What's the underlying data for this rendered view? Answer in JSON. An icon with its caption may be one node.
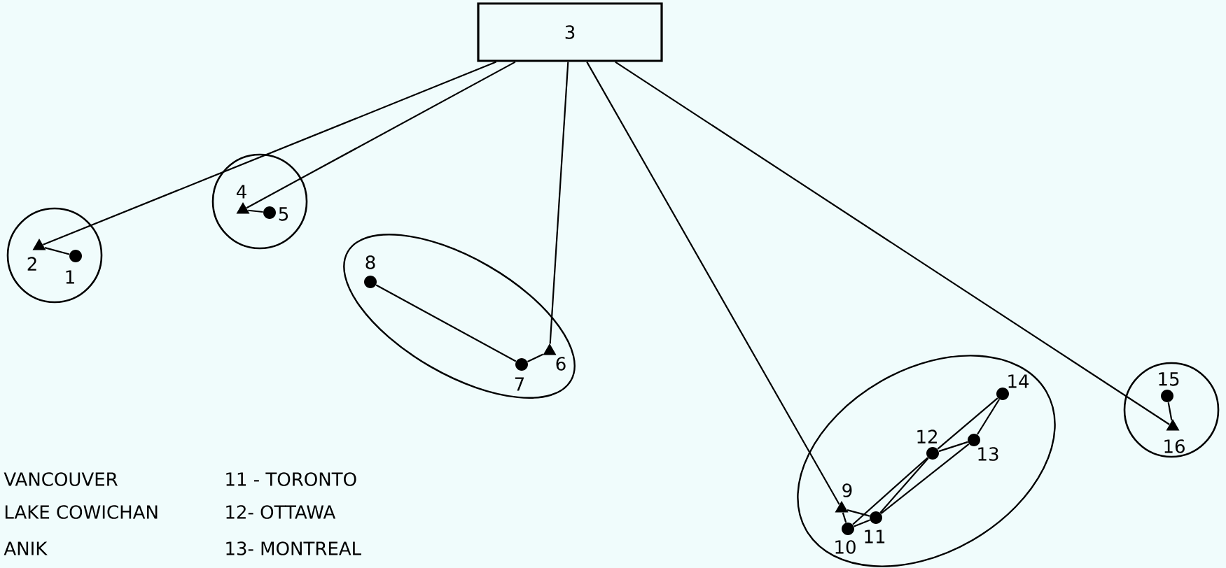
{
  "diagram": {
    "nodes": [
      {
        "text": [
          "3"
        ]
      },
      {
        "text": [],
        "shape": "circle"
      },
      {
        "text": [],
        "shape": "triangle",
        "beside": [
          "2"
        ],
        "in": 1
      },
      {
        "text": [],
        "shape": "dot",
        "beside": [
          "1"
        ],
        "in": 1
      },
      {
        "text": [],
        "shape": "circle"
      },
      {
        "text": [],
        "shape": "triangle",
        "beside": [
          "4"
        ],
        "in": 4
      },
      {
        "text": [],
        "shape": "dot",
        "beside": [
          "5"
        ],
        "in": 4
      },
      {
        "text": [],
        "shape": "ellipse"
      },
      {
        "text": [],
        "shape": "dot",
        "beside": [
          "8"
        ],
        "in": 7
      },
      {
        "text": [],
        "shape": "dot",
        "beside": [
          "7"
        ],
        "in": 7
      },
      {
        "text": [],
        "shape": "triangle",
        "beside": [
          "6"
        ],
        "in": 7
      },
      {
        "text": [],
        "shape": "ellipse"
      },
      {
        "text": [],
        "shape": "triangle",
        "beside": [
          "9"
        ],
        "in": 11
      },
      {
        "text": [],
        "shape": "dot",
        "beside": [
          "10"
        ],
        "in": 11
      },
      {
        "text": [],
        "shape": "dot",
        "beside": [
          "11"
        ],
        "in": 11
      },
      {
        "text": [],
        "shape": "dot",
        "beside": [
          "12"
        ],
        "in": 11
      },
      {
        "text": [],
        "shape": "dot",
        "beside": [
          "13"
        ],
        "in": 11
      },
      {
        "text": [],
        "shape": "dot",
        "beside": [
          "14"
        ],
        "in": 11
      },
      {
        "text": [],
        "shape": "circle"
      },
      {
        "text": [],
        "shape": "dot",
        "beside": [
          "15"
        ],
        "in": 18
      },
      {
        "text": [],
        "shape": "triangle",
        "beside": [
          "16"
        ],
        "in": 18
      }
    ],
    "edges": [
      {
        "from": 0,
        "to": 2,
        "arrow": "none"
      },
      {
        "from": 0,
        "to": 5,
        "arrow": "none"
      },
      {
        "from": 0,
        "to": 10,
        "arrow": "none"
      },
      {
        "from": 0,
        "to": 12,
        "arrow": "none"
      },
      {
        "from": 0,
        "to": 20,
        "arrow": "none"
      },
      {
        "from": 2,
        "to": 3,
        "arrow": "none"
      },
      {
        "from": 5,
        "to": 6,
        "arrow": "none"
      },
      {
        "from": 8,
        "to": 9,
        "arrow": "none"
      },
      {
        "from": 9,
        "to": 10,
        "arrow": "none"
      },
      {
        "from": 12,
        "to": 13,
        "arrow": "none"
      },
      {
        "from": 12,
        "to": 14,
        "arrow": "none"
      },
      {
        "from": 13,
        "to": 14,
        "arrow": "none"
      },
      {
        "from": 13,
        "to": 15,
        "arrow": "none"
      },
      {
        "from": 14,
        "to": 15,
        "arrow": "none"
      },
      {
        "from": 14,
        "to": 16,
        "arrow": "none"
      },
      {
        "from": 15,
        "to": 16,
        "arrow": "none"
      },
      {
        "from": 15,
        "to": 17,
        "arrow": "none"
      },
      {
        "from": 16,
        "to": 17,
        "arrow": "none"
      },
      {
        "from": 19,
        "to": 20,
        "arrow": "none"
      }
    ],
    "labels": [
      "VANCOUVER",
      "11 - TORONTO",
      "LAKE COWICHAN",
      "12- OTTAWA",
      "ANIK",
      "13- MONTREAL"
    ]
  }
}
